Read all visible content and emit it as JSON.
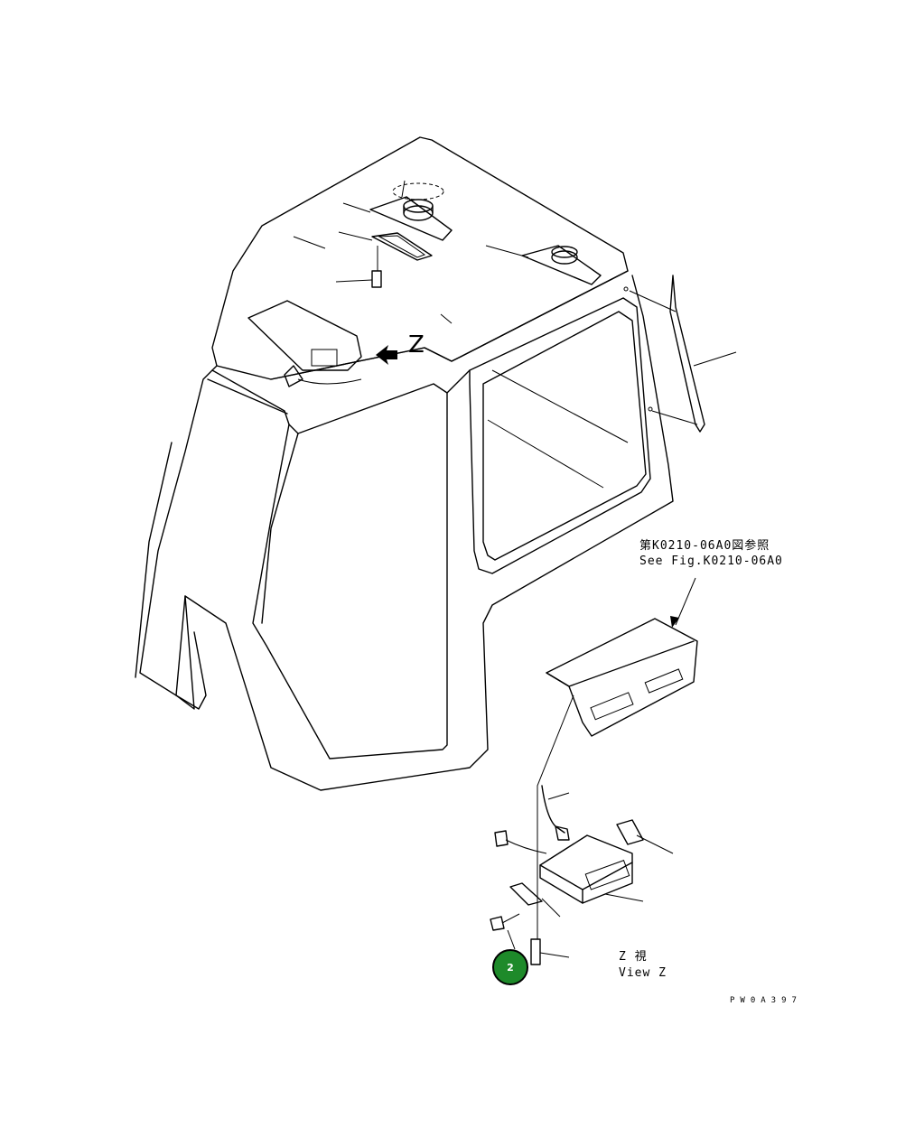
{
  "view_arrow_label": "Z",
  "reference_note": {
    "jp": "第K0210-06A0図参照",
    "en": "See Fig.K0210-06A0"
  },
  "view_label": {
    "jp": "Z  視",
    "en": "View Z"
  },
  "callout_number": "2",
  "drawing_code": "PW0A397",
  "colors": {
    "callout_fill": "#1e8a2a",
    "line": "#000000"
  }
}
